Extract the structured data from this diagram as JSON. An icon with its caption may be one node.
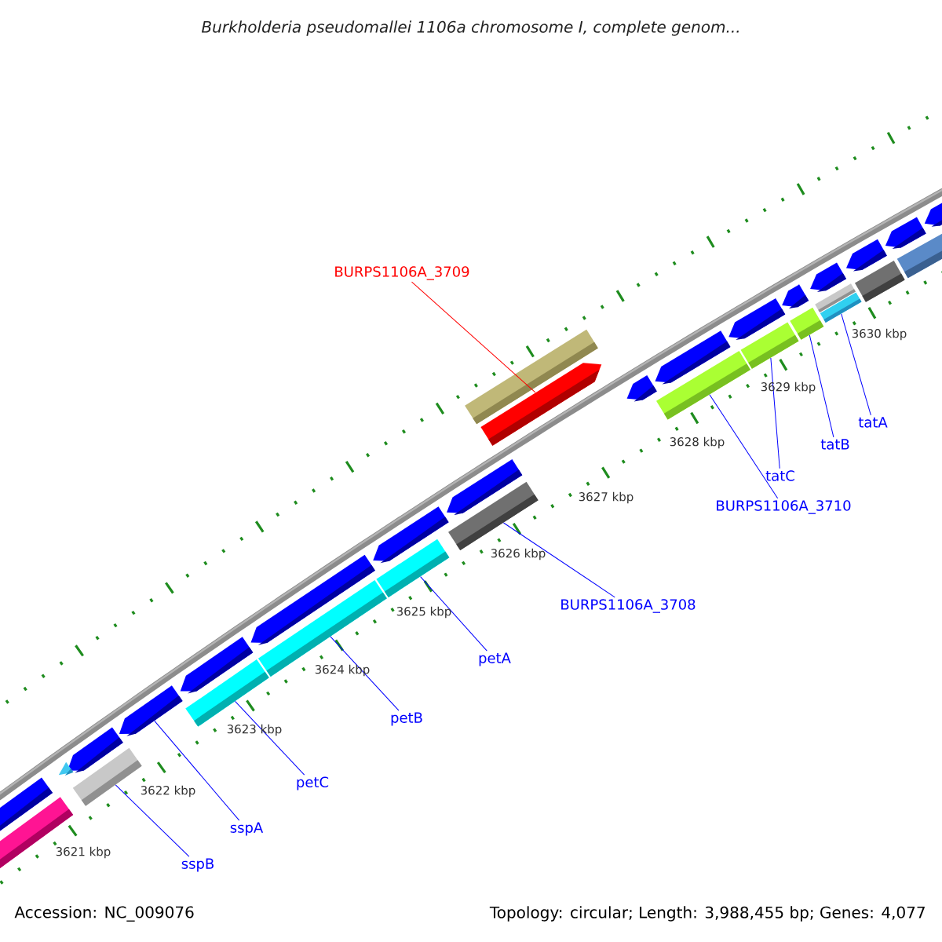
{
  "diagram": {
    "title": "Burkholderia pseudomallei 1106a chromosome I, complete genom...",
    "nodes": [
      {
        "text": [
          "BURPS1106A_3709"
        ]
      },
      {
        "text": [
          "tatA"
        ]
      },
      {
        "text": [
          "tatB"
        ]
      },
      {
        "text": [
          "tatC"
        ]
      },
      {
        "text": [
          "BURPS1106A_3710"
        ]
      },
      {
        "text": [
          "BURPS1106A_3708"
        ]
      },
      {
        "text": [
          "petA"
        ]
      },
      {
        "text": [
          "petB"
        ]
      },
      {
        "text": [
          "petC"
        ]
      },
      {
        "text": [
          "sspA"
        ]
      },
      {
        "text": [
          "sspB"
        ]
      },
      {
        "text": [],
        "shape": "bar"
      },
      {
        "text": [],
        "shape": "bar"
      },
      {
        "text": [],
        "shape": "bar"
      },
      {
        "text": [],
        "shape": "bar"
      },
      {
        "text": [],
        "shape": "bar"
      },
      {
        "text": [],
        "shape": "bar"
      },
      {
        "text": [],
        "shape": "bar"
      },
      {
        "text": [],
        "shape": "bar"
      },
      {
        "text": [],
        "shape": "bar"
      },
      {
        "text": [],
        "shape": "bar"
      },
      {
        "text": [],
        "shape": "bar"
      }
    ],
    "edges": [
      {
        "from": 0,
        "to": 17,
        "arrow": "none",
        "color": "#ff0000"
      },
      {
        "from": 1,
        "to": 21,
        "arrow": "none"
      },
      {
        "from": 2,
        "to": 20,
        "arrow": "none"
      },
      {
        "from": 3,
        "to": 19,
        "arrow": "none"
      },
      {
        "from": 4,
        "to": 18,
        "arrow": "none"
      },
      {
        "from": 5,
        "to": 16,
        "arrow": "none"
      },
      {
        "from": 6,
        "to": 15,
        "arrow": "none"
      },
      {
        "from": 7,
        "to": 14,
        "arrow": "none"
      },
      {
        "from": 8,
        "to": 13,
        "arrow": "none"
      },
      {
        "from": 9,
        "to": 12,
        "arrow": "none"
      },
      {
        "from": 10,
        "to": 11,
        "arrow": "none"
      }
    ],
    "labels": [
      "3630 kbp",
      "3629 kbp",
      "3628 kbp",
      "3627 kbp",
      "3626 kbp",
      "3625 kbp",
      "3624 kbp",
      "3623 kbp",
      "3622 kbp",
      "3621 kbp",
      "Accession: NC_009076",
      "Topology: circular; Length: 3,988,455 bp; Genes: 4,077"
    ]
  }
}
